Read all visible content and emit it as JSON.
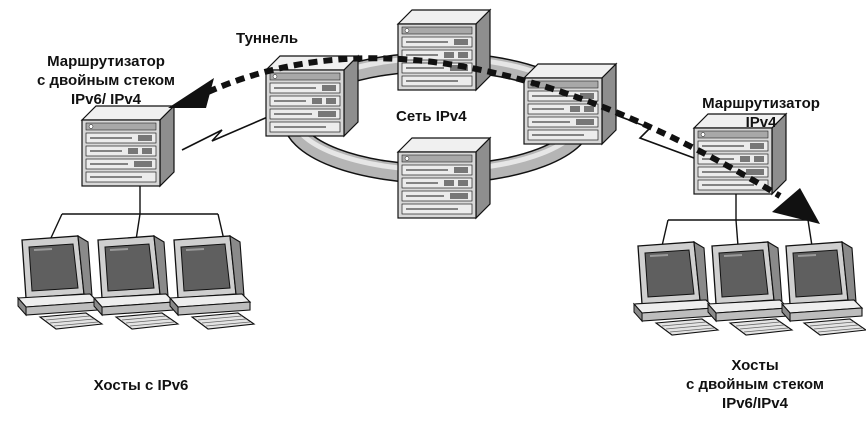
{
  "labels": {
    "tunnel": "Туннель",
    "ipv4_network": "Сеть IPv4",
    "left_router": [
      "Маршрутизатор",
      "с двойным стеком",
      "IPv6/ IPv4"
    ],
    "right_router": [
      "Маршрутизатор",
      "IPv4"
    ],
    "left_hosts": "Хосты с IPv6",
    "right_hosts": [
      "Хосты",
      "с двойным стеком",
      "IPv6/IPv4"
    ]
  },
  "icons": {
    "router": "router-chassis-icon",
    "host": "desktop-computer-icon",
    "network": "ring-network-icon",
    "tunnel": "dotted-tunnel-arrow-icon",
    "serial_link": "zigzag-serial-link-icon"
  },
  "colors": {
    "ink": "#111111",
    "chassis_face": "#d8d8d8",
    "chassis_top": "#f0f0f0",
    "chassis_side": "#8e8e8e",
    "ring": "#b5b5b5",
    "screen": "#5f5f5f",
    "background": "#ffffff"
  }
}
